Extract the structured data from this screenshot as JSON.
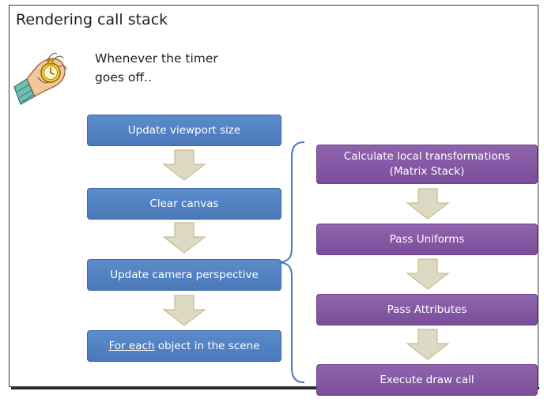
{
  "slide": {
    "title": "Rendering call stack",
    "timer_line1": "Whenever the timer",
    "timer_line2": "goes off.."
  },
  "left_flow": {
    "step1": "Update viewport size",
    "step2": "Clear canvas",
    "step3": "Update camera perspective",
    "step4_underlined": "For each",
    "step4_rest": " object in the scene"
  },
  "right_flow": {
    "step1_line1": "Calculate local transformations",
    "step1_line2": "(Matrix Stack)",
    "step2": "Pass Uniforms",
    "step3": "Pass Attributes",
    "step4": "Execute draw call"
  },
  "colors": {
    "blue_box": "#4f7fc0",
    "purple_box": "#7f51a0",
    "arrow_fill": "#ddd9c3",
    "arrow_stroke": "#c4bd97",
    "brace": "#4a78b9"
  },
  "icons": {
    "timer": "stopwatch-in-hand-icon"
  }
}
